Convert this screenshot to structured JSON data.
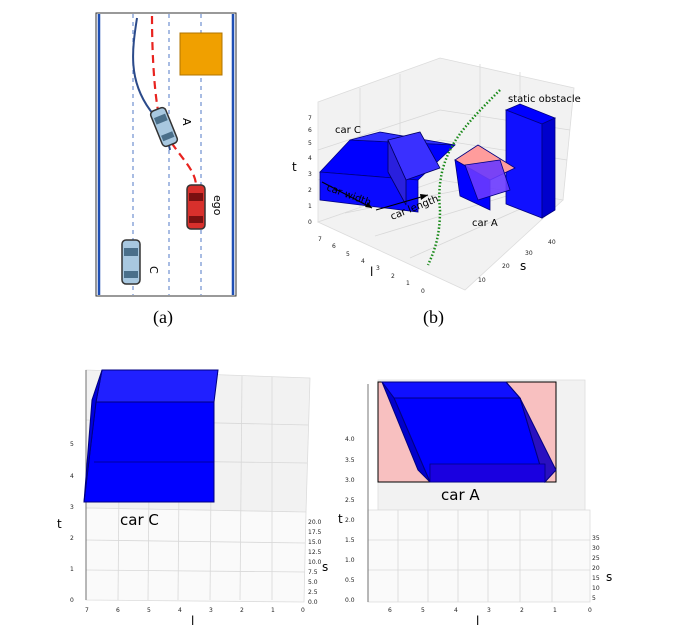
{
  "panel_a": {
    "caption": "(a)",
    "labels": {
      "car_a": "A",
      "car_c": "C",
      "ego": "ego"
    },
    "colors": {
      "road_line": "#1f4fb4",
      "lane_dash": "#6f8fd0",
      "path": "#e8231f",
      "obstacle": "#f0a000",
      "ego_car": "#d8302c",
      "other_car": "#a8c8e0"
    }
  },
  "panel_b": {
    "caption": "(b)",
    "labels": {
      "static_obstacle": "static obstacle",
      "car_c": "car C",
      "car_a": "car A",
      "car_width": "car width",
      "car_length": "car length"
    },
    "axes": {
      "t": "t",
      "l": "l",
      "s": "s"
    },
    "t_ticks": [
      "0",
      "1",
      "2",
      "3",
      "4",
      "5",
      "6",
      "7"
    ],
    "l_ticks": [
      "7",
      "6",
      "5",
      "4",
      "3",
      "2",
      "1",
      "0"
    ],
    "s_ticks": [
      "10",
      "20",
      "30",
      "40"
    ],
    "colors": {
      "box": "#0000ff",
      "box_alt": "#ff9c9c",
      "trajectory": "#1a8a1a"
    }
  },
  "panel_c": {
    "label": "car C",
    "axes": {
      "t": "t",
      "l": "l",
      "s": "s"
    },
    "t_ticks": [
      "0",
      "1",
      "2",
      "3",
      "4",
      "5"
    ],
    "l_ticks": [
      "7",
      "6",
      "5",
      "4",
      "3",
      "2",
      "1",
      "0"
    ],
    "s_ticks": [
      "20.0",
      "17.5",
      "15.0",
      "12.5",
      "10.0",
      "7.5",
      "5.0",
      "2.5",
      "0.0"
    ]
  },
  "panel_d": {
    "label": "car A",
    "axes": {
      "t": "t",
      "l": "l",
      "s": "s"
    },
    "t_ticks": [
      "0.0",
      "0.5",
      "1.0",
      "1.5",
      "2.0",
      "2.5",
      "3.0",
      "3.5",
      "4.0"
    ],
    "l_ticks": [
      "6",
      "5",
      "4",
      "3",
      "2",
      "1",
      "0"
    ],
    "s_ticks": [
      "35",
      "30",
      "25",
      "20",
      "15",
      "10",
      "5"
    ]
  }
}
